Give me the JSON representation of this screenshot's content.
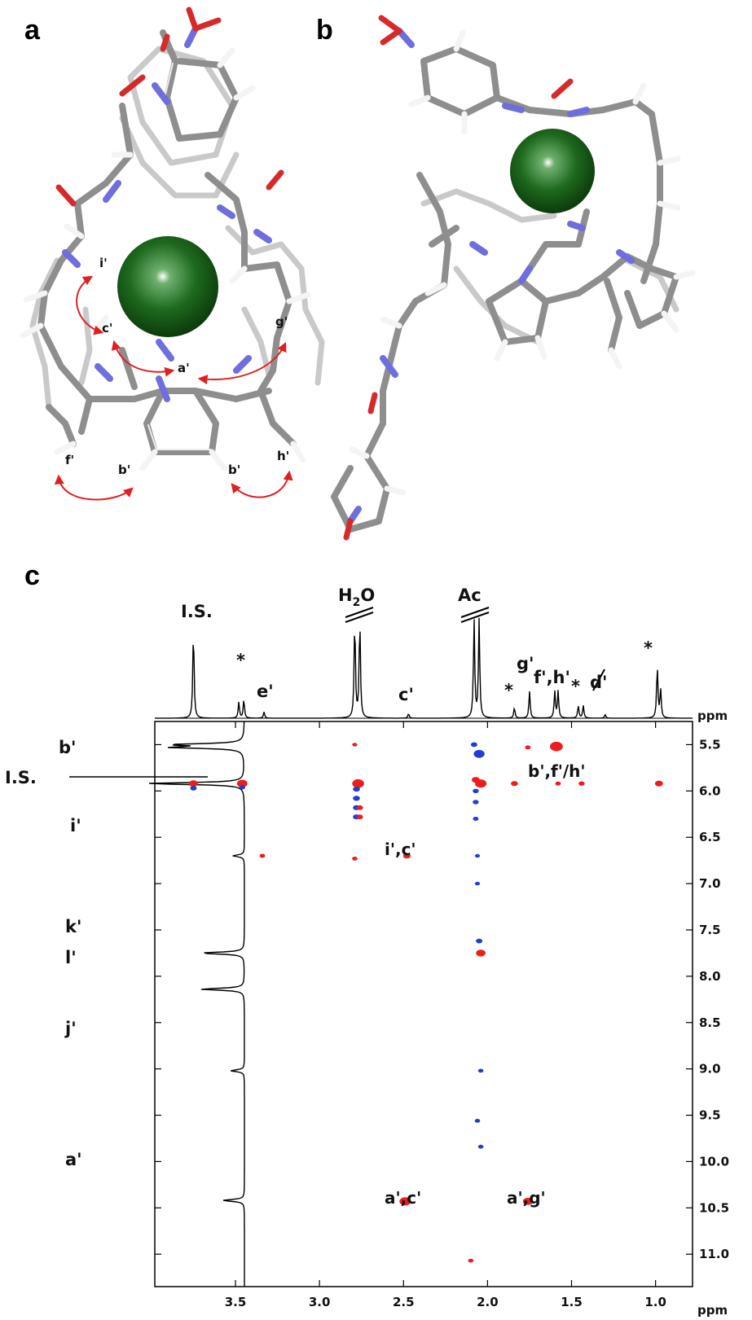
{
  "panels": {
    "a": {
      "label": "a",
      "atom_labels": [
        "i'",
        "c'",
        "g'",
        "a'",
        "f'",
        "b'",
        "b'",
        "h'"
      ]
    },
    "b": {
      "label": "b"
    },
    "c": {
      "label": "c"
    }
  },
  "colors": {
    "bond_gray": "#8e8e8e",
    "bond_light": "#c9c9c9",
    "nitrogen_blue": "#6e6ede",
    "oxygen_red": "#d62a2a",
    "chloride_green": "#1e6a1e",
    "noe_arrow_red": "#e02020",
    "contour_positive_red": "#ee1c1c",
    "contour_negative_blue": "#1f3fd0"
  },
  "chart_data": {
    "type": "2d-nmr-noesy",
    "units_label": "ppm",
    "x_ticks": [
      "3.5",
      "3.0",
      "2.5",
      "2.0",
      "1.5",
      "1.0"
    ],
    "y_ticks": [
      "5.5",
      "6.0",
      "6.5",
      "7.0",
      "7.5",
      "8.0",
      "8.5",
      "9.0",
      "9.5",
      "10.0",
      "10.5",
      "11.0"
    ],
    "x_axis": {
      "range": [
        3.98,
        0.78
      ],
      "reversed": true
    },
    "y_axis": {
      "range": [
        5.25,
        11.35
      ],
      "reversed": false
    },
    "top_spectrum": {
      "peak_labels": [
        "I.S.",
        "*",
        "e'",
        "H2O",
        "c'",
        "Ac",
        "*",
        "g'",
        "f',h'",
        "*",
        "d'",
        "*"
      ],
      "peaks": [
        {
          "ppm": 3.75,
          "height": 1.0
        },
        {
          "ppm": 3.48,
          "height": 0.18
        },
        {
          "ppm": 3.45,
          "height": 0.21
        },
        {
          "ppm": 3.33,
          "height": 0.07
        },
        {
          "ppm": 2.79,
          "height": 1.1
        },
        {
          "ppm": 2.76,
          "height": 1.1
        },
        {
          "ppm": 2.47,
          "height": 0.05
        },
        {
          "ppm": 2.08,
          "height": 1.1
        },
        {
          "ppm": 2.05,
          "height": 1.1
        },
        {
          "ppm": 1.84,
          "height": 0.12
        },
        {
          "ppm": 1.75,
          "height": 0.3
        },
        {
          "ppm": 1.6,
          "height": 0.3
        },
        {
          "ppm": 1.58,
          "height": 0.3
        },
        {
          "ppm": 1.46,
          "height": 0.14
        },
        {
          "ppm": 1.43,
          "height": 0.14
        },
        {
          "ppm": 1.3,
          "height": 0.04
        },
        {
          "ppm": 0.99,
          "height": 0.58
        },
        {
          "ppm": 0.97,
          "height": 0.32
        }
      ]
    },
    "left_spectrum": {
      "peak_labels": [
        "b'",
        "I.S.",
        "i'",
        "k'",
        "l'",
        "j'",
        "a'"
      ],
      "peaks": [
        {
          "ppm": 5.5,
          "height": 0.7
        },
        {
          "ppm": 5.53,
          "height": 0.7
        },
        {
          "ppm": 5.92,
          "height": 1.0
        },
        {
          "ppm": 6.7,
          "height": 0.12
        },
        {
          "ppm": 7.75,
          "height": 0.45
        },
        {
          "ppm": 8.14,
          "height": 0.45
        },
        {
          "ppm": 9.02,
          "height": 0.14
        },
        {
          "ppm": 10.42,
          "height": 0.22
        }
      ]
    },
    "cross_peak_labels": [
      "b',f'/h'",
      "i',c'",
      "a',c'",
      "a',g'"
    ],
    "cross_peaks": [
      {
        "x": 3.75,
        "y": 5.92,
        "sign": "positive",
        "size": 1.0
      },
      {
        "x": 3.75,
        "y": 5.97,
        "sign": "negative",
        "size": 0.5
      },
      {
        "x": 3.46,
        "y": 5.92,
        "sign": "positive",
        "size": 1.3
      },
      {
        "x": 3.46,
        "y": 5.96,
        "sign": "negative",
        "size": 0.4
      },
      {
        "x": 3.34,
        "y": 6.7,
        "sign": "positive",
        "size": 0.3
      },
      {
        "x": 2.79,
        "y": 5.5,
        "sign": "positive",
        "size": 0.2
      },
      {
        "x": 2.77,
        "y": 5.92,
        "sign": "positive",
        "size": 1.6
      },
      {
        "x": 2.78,
        "y": 5.98,
        "sign": "negative",
        "size": 0.6
      },
      {
        "x": 2.78,
        "y": 6.08,
        "sign": "negative",
        "size": 0.6
      },
      {
        "x": 2.78,
        "y": 6.18,
        "sign": "negative",
        "size": 0.6
      },
      {
        "x": 2.78,
        "y": 6.28,
        "sign": "negative",
        "size": 0.6
      },
      {
        "x": 2.76,
        "y": 6.18,
        "sign": "positive",
        "size": 0.5
      },
      {
        "x": 2.76,
        "y": 6.28,
        "sign": "positive",
        "size": 0.5
      },
      {
        "x": 2.79,
        "y": 6.73,
        "sign": "positive",
        "size": 0.25
      },
      {
        "x": 2.48,
        "y": 6.7,
        "sign": "positive",
        "size": 0.7
      },
      {
        "x": 2.49,
        "y": 10.43,
        "sign": "positive",
        "size": 1.5
      },
      {
        "x": 2.05,
        "y": 5.6,
        "sign": "negative",
        "size": 1.4
      },
      {
        "x": 2.08,
        "y": 5.5,
        "sign": "negative",
        "size": 0.5
      },
      {
        "x": 2.04,
        "y": 5.92,
        "sign": "positive",
        "size": 1.5
      },
      {
        "x": 2.07,
        "y": 5.88,
        "sign": "positive",
        "size": 0.8
      },
      {
        "x": 2.07,
        "y": 6.0,
        "sign": "negative",
        "size": 0.4
      },
      {
        "x": 2.07,
        "y": 6.12,
        "sign": "negative",
        "size": 0.4
      },
      {
        "x": 2.07,
        "y": 6.3,
        "sign": "negative",
        "size": 0.3
      },
      {
        "x": 2.06,
        "y": 6.7,
        "sign": "negative",
        "size": 0.2
      },
      {
        "x": 2.06,
        "y": 7.0,
        "sign": "negative",
        "size": 0.2
      },
      {
        "x": 2.05,
        "y": 7.62,
        "sign": "negative",
        "size": 0.5
      },
      {
        "x": 2.04,
        "y": 7.75,
        "sign": "positive",
        "size": 1.1
      },
      {
        "x": 2.04,
        "y": 9.02,
        "sign": "negative",
        "size": 0.25
      },
      {
        "x": 2.06,
        "y": 9.56,
        "sign": "negative",
        "size": 0.25
      },
      {
        "x": 2.04,
        "y": 9.84,
        "sign": "negative",
        "size": 0.25
      },
      {
        "x": 2.1,
        "y": 11.07,
        "sign": "positive",
        "size": 0.25
      },
      {
        "x": 1.84,
        "y": 5.92,
        "sign": "positive",
        "size": 0.6
      },
      {
        "x": 1.76,
        "y": 5.53,
        "sign": "positive",
        "size": 0.3
      },
      {
        "x": 1.76,
        "y": 10.43,
        "sign": "positive",
        "size": 1.2
      },
      {
        "x": 1.59,
        "y": 5.52,
        "sign": "positive",
        "size": 1.8
      },
      {
        "x": 1.58,
        "y": 5.92,
        "sign": "positive",
        "size": 0.3
      },
      {
        "x": 1.44,
        "y": 5.92,
        "sign": "positive",
        "size": 0.4
      },
      {
        "x": 0.98,
        "y": 5.92,
        "sign": "positive",
        "size": 0.8
      }
    ]
  }
}
